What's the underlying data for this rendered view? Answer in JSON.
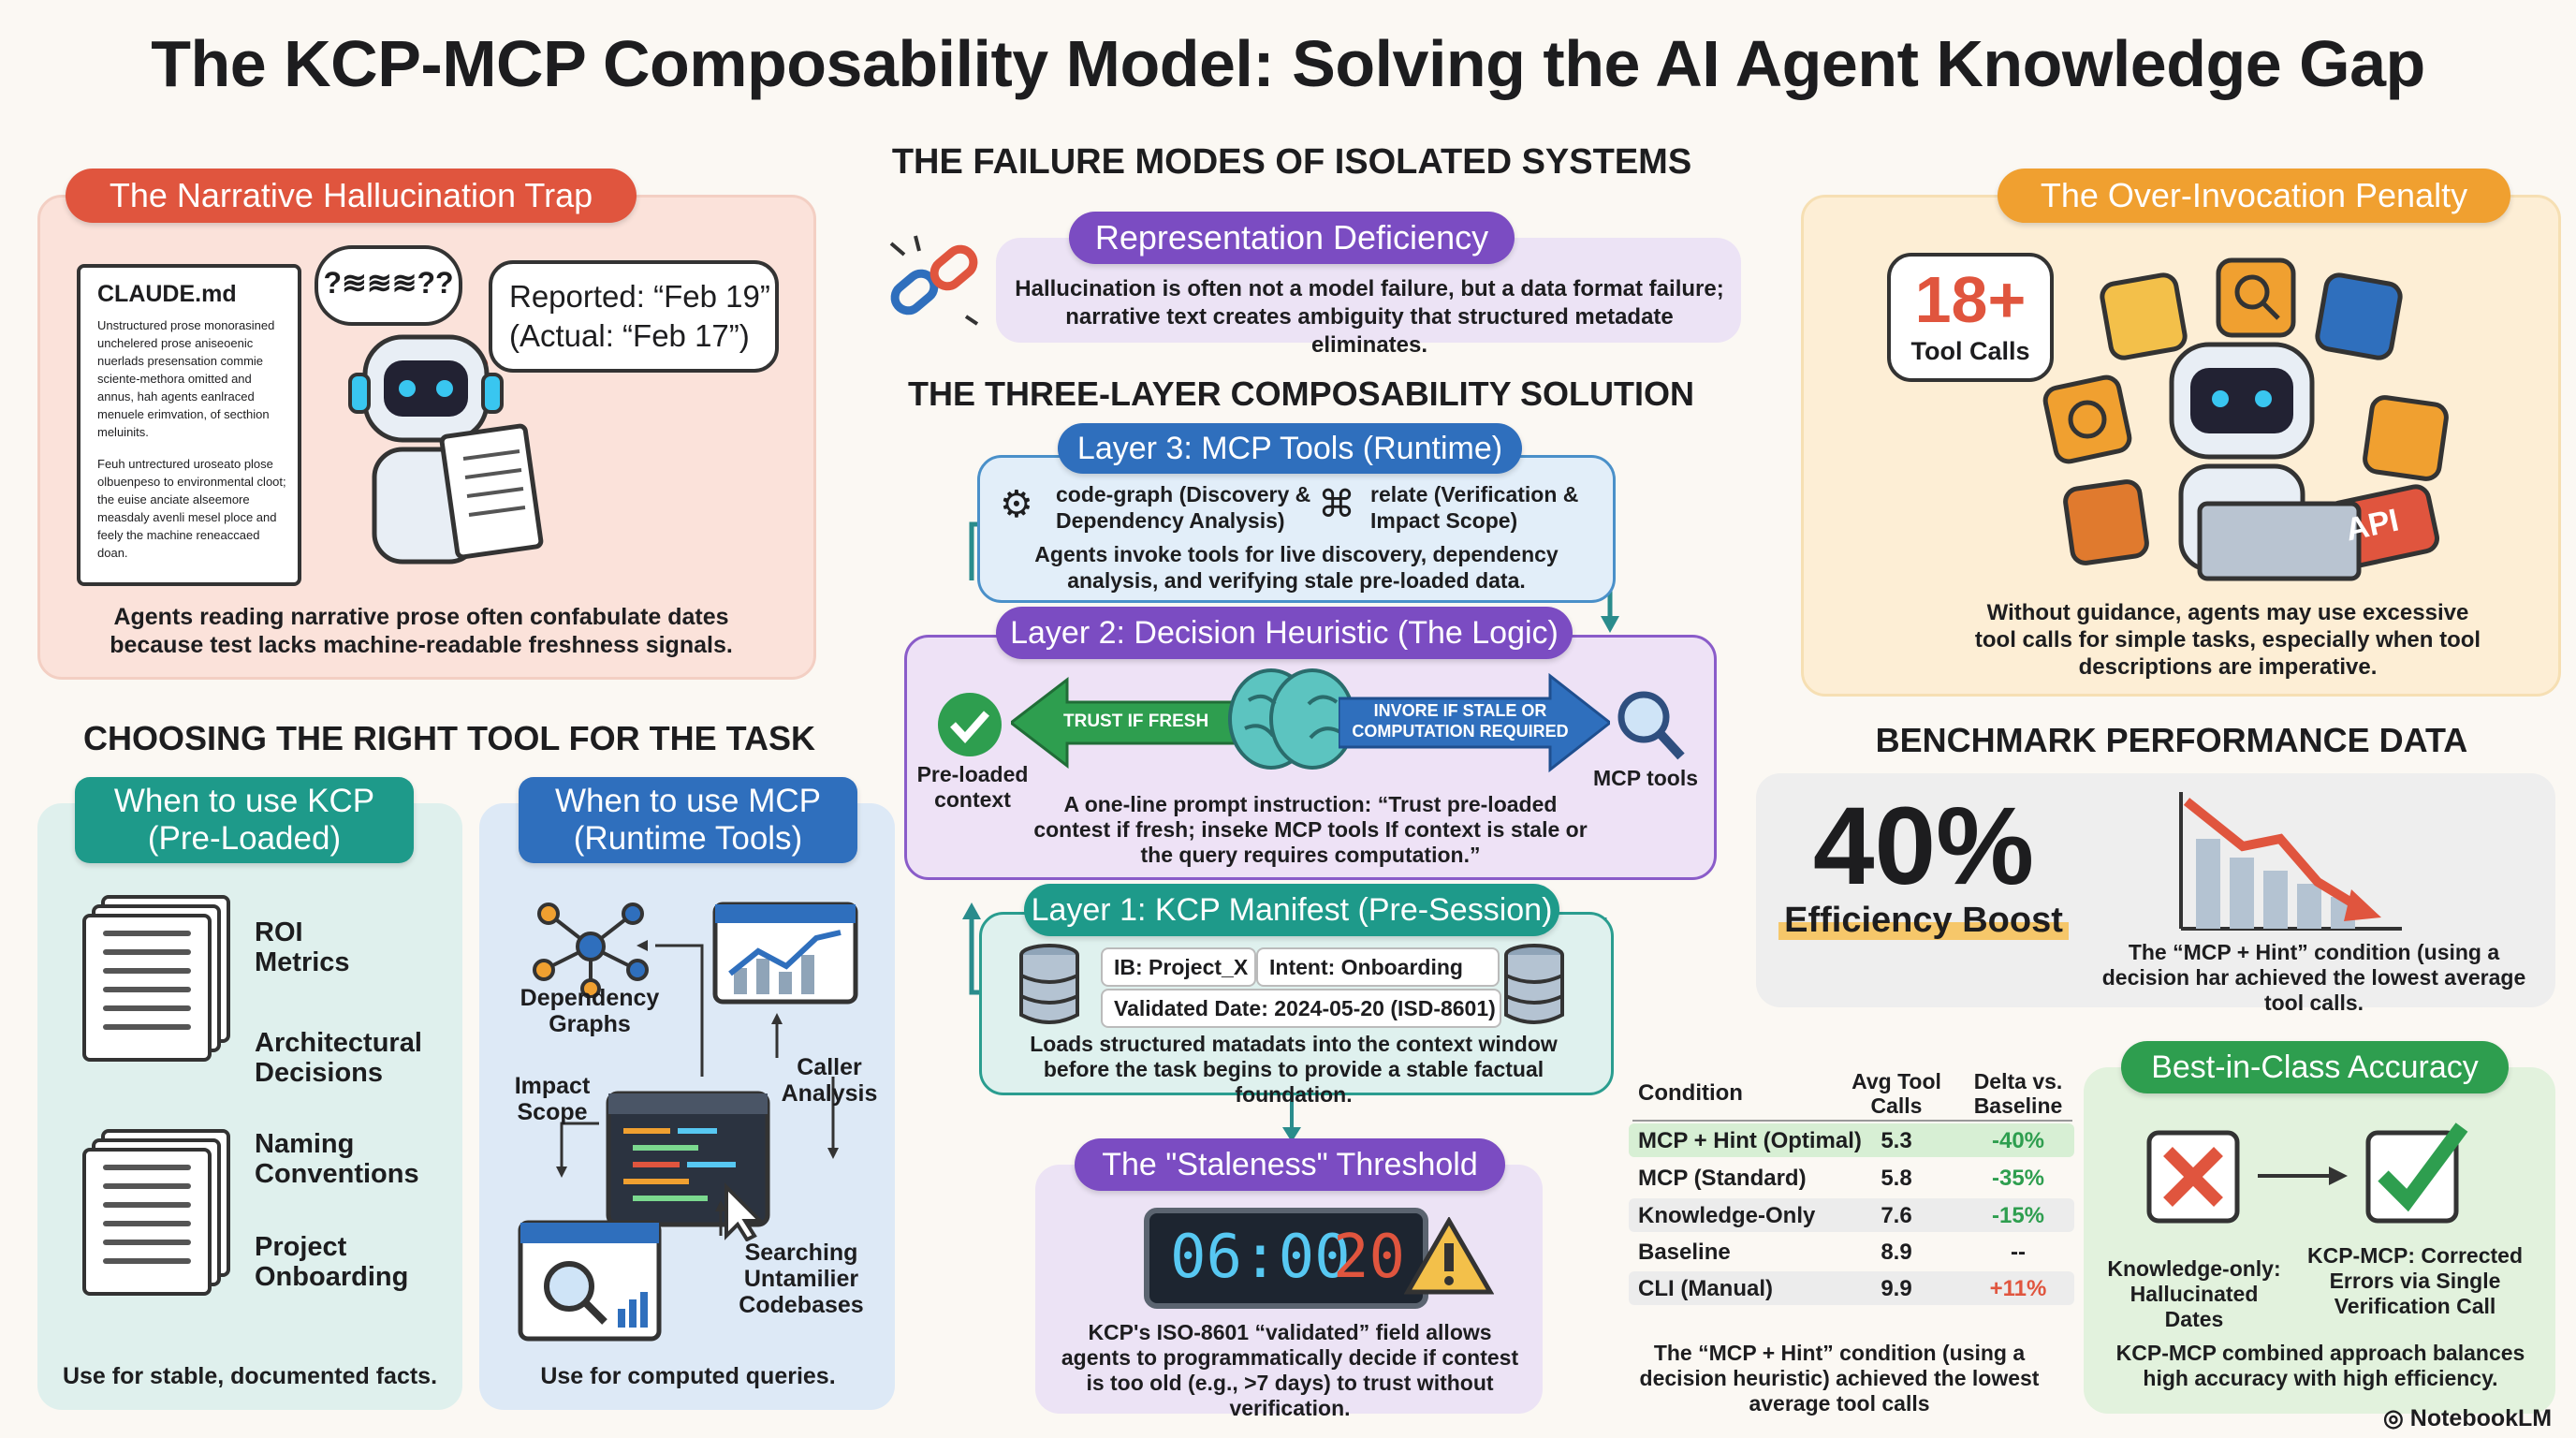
{
  "title": "The KCP-MCP Composability Model: Solving the AI Agent Knowledge Gap",
  "hallucination": {
    "heading": "The Narrative Hallucination Trap",
    "doc_title": "CLAUDE.md",
    "doc_text_1": "Unstructured prose monorasined unchelered prose aniseoenic nuerlads presensation commie sciente-methora omitted and annus, hah agents eanlraced menuele erimvation, of secthion meluinits.",
    "doc_text_2": "Feuh untrectured uroseato plose olbuenpeso to environmental cloot; the euise anciate alseemore measdaly avenli mesel ploce and feely the machine reneaccaed doan.",
    "thought": "?≋≋≋??",
    "bubble_line1": "Reported: “Feb 19”",
    "bubble_line2": "(Actual: “Feb 17”)",
    "caption": "Agents reading narrative prose often confabulate dates because test lacks machine-readable freshness signals."
  },
  "failure_modes": {
    "heading": "THE FAILURE MODES OF ISOLATED SYSTEMS",
    "pill": "Representation Deficiency",
    "text": "Hallucination is often not a model failure, but a data format failure; narrative text creates ambiguity that structured metadate eliminates."
  },
  "over_invocation": {
    "heading": "The Over-Invocation Penalty",
    "count": "18+",
    "count_label": "Tool Calls",
    "api_label": "API",
    "caption": "Without guidance, agents may use excessive tool calls for simple tasks, especially when tool descriptions are imperative."
  },
  "solution": {
    "heading": "THE THREE-LAYER COMPOSABILITY SOLUTION",
    "layer3": {
      "pill": "Layer 3: MCP Tools (Runtime)",
      "tool1": "code-graph (Discovery & Dependency Analysis)",
      "tool2": "relate (Verification & Impact Scope)",
      "text": "Agents invoke tools for live discovery, dependency analysis, and verifying stale pre-loaded data."
    },
    "layer2": {
      "pill": "Layer 2: Decision Heuristic (The Logic)",
      "left_label": "Pre-loaded context",
      "left_arrow": "TRUST IF FRESH",
      "right_arrow": "INVORE IF STALE OR COMPUTATION REQUIRED",
      "right_label": "MCP tools",
      "text": "A one-line prompt instruction: “Trust pre-loaded contest if fresh; inseke MCP tools If context is stale or the query requires computation.”"
    },
    "layer1": {
      "pill": "Layer 1: KCP Manifest (Pre-Session)",
      "field1": "IB: Project_X",
      "field2": "Intent: Onboarding",
      "field3": "Validated Date: 2024-05-20 (ISD-8601)",
      "text": "Loads structured matadats into the context window before the task begins to provide a stable factual foundation."
    }
  },
  "staleness": {
    "pill": "The \"Staleness\" Threshold",
    "clock_a": "06:00",
    "clock_b": "20",
    "text": "KCP's ISO-8601 “validated” field allows agents to programmatically decide if contest is too old (e.g., >7 days) to trust without verification."
  },
  "choosing": {
    "heading": "CHOOSING THE RIGHT TOOL FOR THE TASK",
    "kcp": {
      "pill_line1": "When to use KCP",
      "pill_line2": "(Pre-Loaded)",
      "items": [
        "ROI Metrics",
        "Architectural Decisions",
        "Naming Conventions",
        "Project Onboarding"
      ],
      "caption": "Use for stable, documented facts."
    },
    "mcp": {
      "pill_line1": "When to use MCP",
      "pill_line2": "(Runtime Tools)",
      "labels": [
        "Dependency Graphs",
        "Caller Analysis",
        "Impact Scope",
        "Searching Untamilier Codebases"
      ],
      "caption": "Use for computed queries."
    }
  },
  "benchmark": {
    "heading": "BENCHMARK PERFORMANCE DATA",
    "big_number": "40%",
    "big_label": "Efficiency Boost",
    "trend_caption": "The “MCP + Hint” condition (using a decision har achieved the lowest average tool calls.",
    "table": {
      "headers": [
        "Condition",
        "Avg Tool Calls",
        "Delta vs. Baseline"
      ],
      "rows": [
        {
          "condition": "MCP + Hint (Optimal)",
          "calls": "5.3",
          "delta": "-40%"
        },
        {
          "condition": "MCP (Standard)",
          "calls": "5.8",
          "delta": "-35%"
        },
        {
          "condition": "Knowledge-Only",
          "calls": "7.6",
          "delta": "-15%"
        },
        {
          "condition": "Baseline",
          "calls": "8.9",
          "delta": "--"
        },
        {
          "condition": "CLI (Manual)",
          "calls": "9.9",
          "delta": "+11%"
        }
      ],
      "caption": "The “MCP + Hint” condition (using a decision heuristic) achieved the lowest average tool calls"
    }
  },
  "accuracy": {
    "pill": "Best-in-Class Accuracy",
    "left_label": "Knowledge-only: Hallucinated Dates",
    "right_label": "KCP-MCP: Corrected Errors via Single Verification Call",
    "caption": "KCP-MCP combined approach balances high accuracy with high efficiency."
  },
  "brand": "NotebookLM",
  "colors": {
    "red": "#e0553e",
    "orange": "#f0a030",
    "purple": "#7b4cc2",
    "blue": "#2f6fbd",
    "teal": "#1e9a8a",
    "green": "#2e9e4f"
  }
}
